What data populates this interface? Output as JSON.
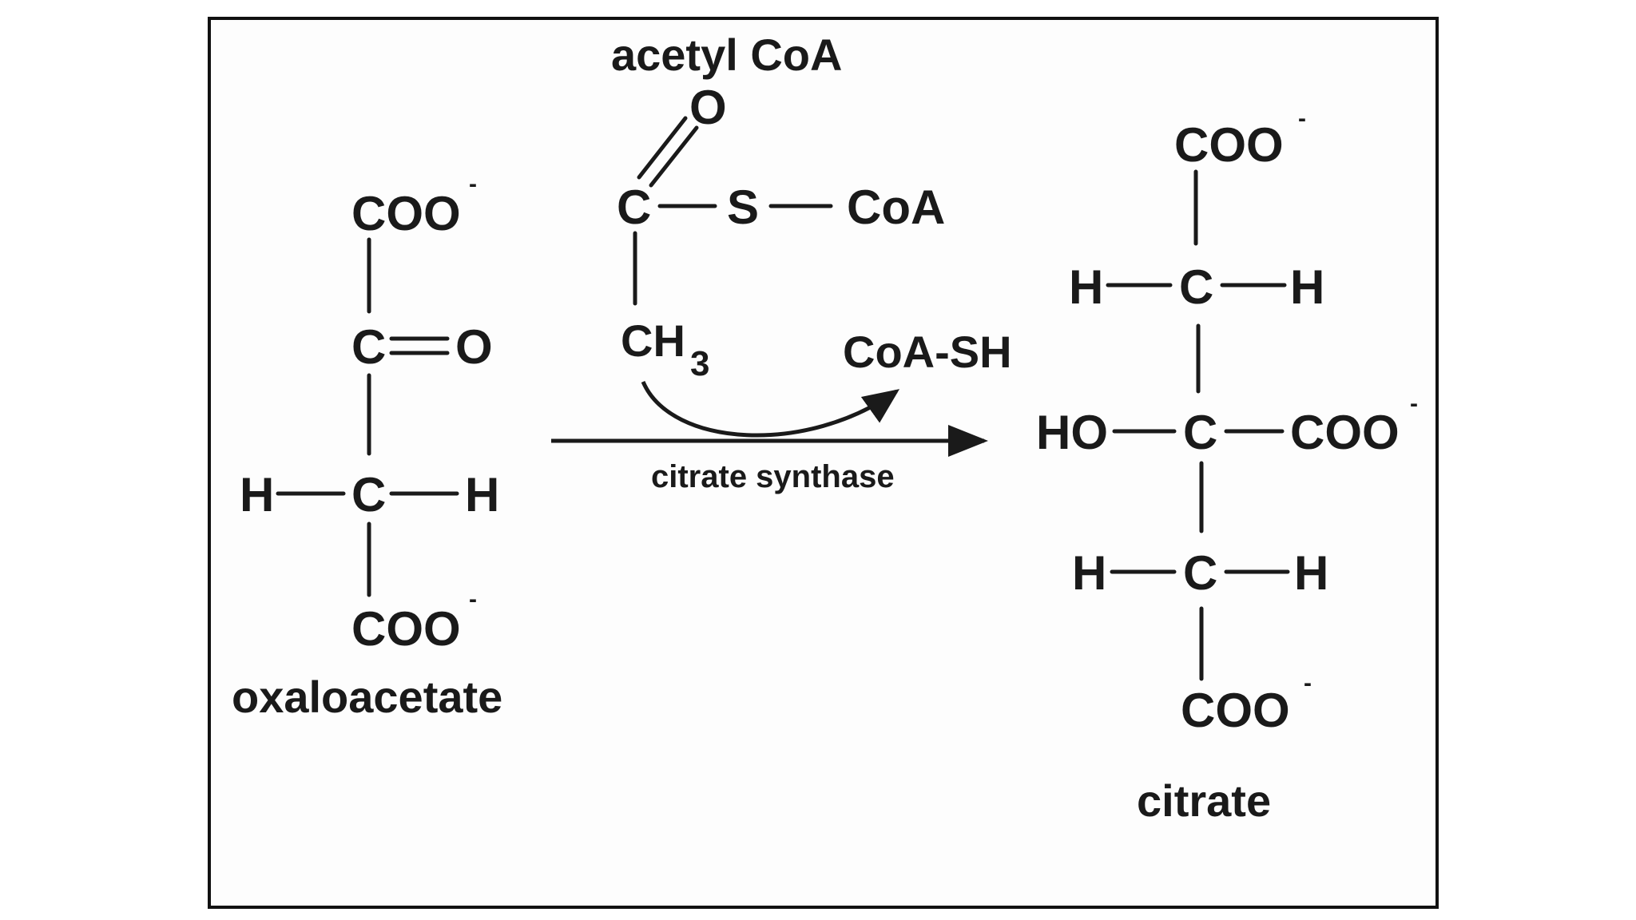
{
  "colors": {
    "ink": "#1a1a1a",
    "frame": "#111111",
    "background": "#ffffff"
  },
  "reactant": {
    "name": "oxaloacetate",
    "top_group": "COO",
    "top_charge": "-",
    "carbonyl_carbon": "C",
    "carbonyl_oxygen": "O",
    "ch2_carbon": "C",
    "ch2_left_h": "H",
    "ch2_right_h": "H",
    "bottom_group": "COO",
    "bottom_charge": "-"
  },
  "cosubstrate": {
    "name": "acetyl CoA",
    "oxygen": "O",
    "carbon": "C",
    "sulfur": "S",
    "coa": "CoA",
    "methyl": "CH",
    "methyl_subscript": "3"
  },
  "arrow": {
    "enzyme": "citrate synthase",
    "byproduct": "CoA-SH"
  },
  "product": {
    "name": "citrate",
    "top_group": "COO",
    "top_charge": "-",
    "c1": "C",
    "c1_left_h": "H",
    "c1_right_h": "H",
    "hydroxyl": "HO",
    "c2": "C",
    "c2_group": "COO",
    "c2_charge": "-",
    "c3": "C",
    "c3_left_h": "H",
    "c3_right_h": "H",
    "bottom_group": "COO",
    "bottom_charge": "-"
  }
}
